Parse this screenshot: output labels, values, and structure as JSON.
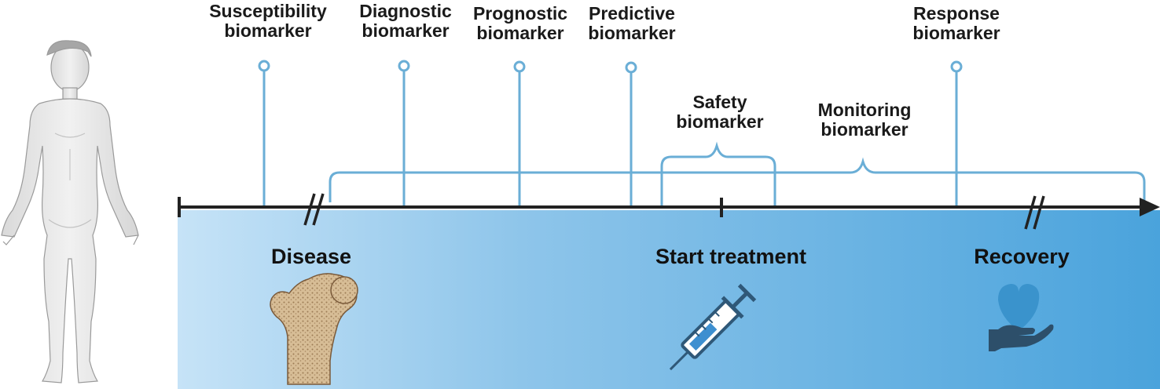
{
  "biomarkers": {
    "susceptibility": {
      "line1": "Susceptibility",
      "line2": "biomarker"
    },
    "diagnostic": {
      "line1": "Diagnostic",
      "line2": "biomarker"
    },
    "prognostic": {
      "line1": "Prognostic",
      "line2": "biomarker"
    },
    "predictive": {
      "line1": "Predictive",
      "line2": "biomarker"
    },
    "safety": {
      "line1": "Safety",
      "line2": "biomarker"
    },
    "monitoring": {
      "line1": "Monitoring",
      "line2": "biomarker"
    },
    "response": {
      "line1": "Response",
      "line2": "biomarker"
    }
  },
  "stages": {
    "disease": "Disease",
    "start_treatment": "Start treatment",
    "recovery": "Recovery"
  },
  "colors": {
    "pin": "#6aaed6",
    "axis": "#222222",
    "band_start": "#c5e2f6",
    "band_end": "#4aa3dc",
    "bone": "#c9ab84",
    "syringe": "#2f5878",
    "heart": "#3a93cc",
    "hand": "#2d4f6a"
  },
  "icons": [
    "human-figure-icon",
    "femur-bone-icon",
    "syringe-icon",
    "heart-hand-icon"
  ]
}
